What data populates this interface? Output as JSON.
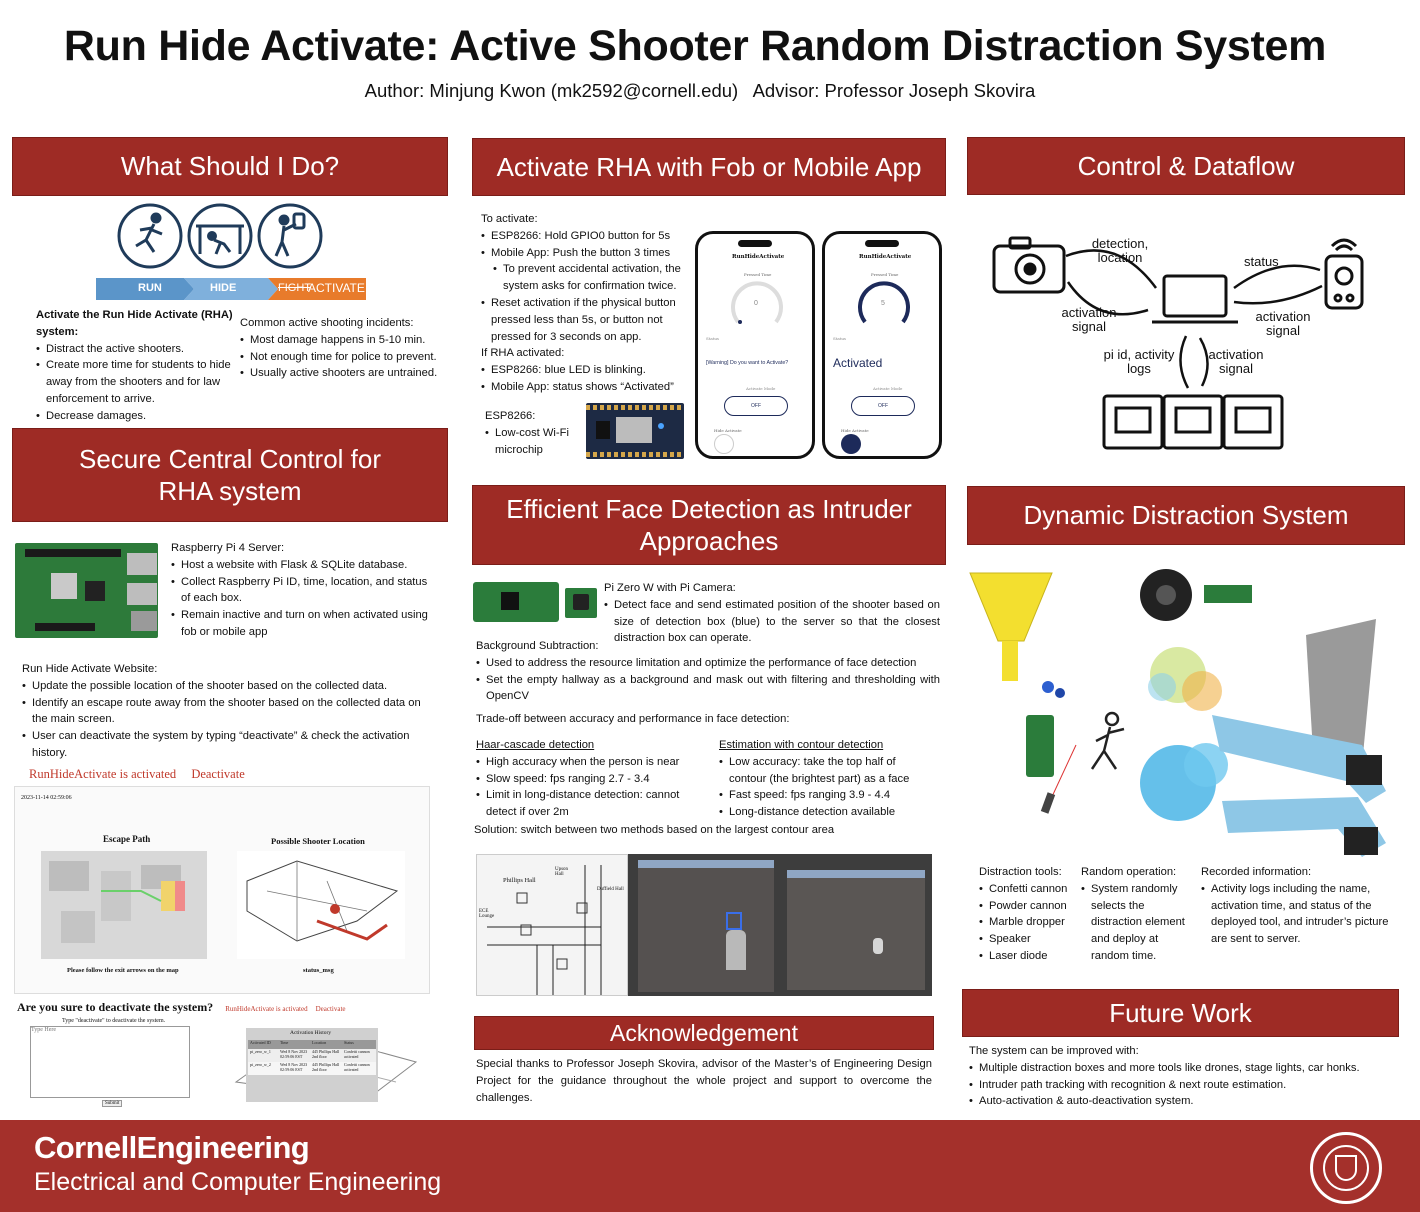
{
  "title": "Run Hide Activate: Active Shooter Random Distraction System",
  "authors": "Author: Minjung Kwon (mk2592@cornell.edu)   Advisor: Professor Joseph Skovira",
  "what": {
    "header": "What Should I Do?",
    "banner": {
      "run": "RUN",
      "hide": "HIDE",
      "fight": "FIGHT",
      "activate": "ACTIVATE"
    },
    "left_title": "Activate the Run Hide Activate (RHA) system:",
    "left_items": [
      "Distract the active shooters.",
      "Create more time for students to hide away from the shooters and for law enforcement to arrive.",
      "Decrease damages."
    ],
    "right_title": "Common active shooting incidents:",
    "right_items": [
      "Most damage happens in 5-10 min.",
      "Not enough time for police to prevent.",
      "Usually active shooters are untrained."
    ]
  },
  "secure": {
    "header": "Secure Central Control for RHA system",
    "server_title": "Raspberry Pi 4 Server:",
    "server_items": [
      "Host a website with Flask & SQLite database.",
      "Collect Raspberry Pi ID, time, location, and status of each box.",
      "Remain inactive and turn on when activated using fob or mobile app"
    ],
    "website_title": "Run Hide Activate Website:",
    "website_items": [
      "Update the possible location of the shooter based on the collected data.",
      "Identify an escape route away from the shooter based on the collected data on the main screen.",
      "User can deactivate the system by typing “deactivate” & check the activation history."
    ],
    "web_status": "RunHideActivate is activated",
    "web_deactivate": "Deactivate",
    "web_timestamp": "2023-11-14 02:59:06",
    "escape_path": "Escape Path",
    "shooter_location": "Possible Shooter Location",
    "exit_note": "Please follow the exit arrows on the map",
    "status_msg": "status_msg",
    "confirm_question": "Are you sure to deactivate the system?",
    "confirm_status": "RunHideActivate is activated",
    "confirm_deactivate": "Deactivate",
    "type_hint": "Type \"deactivate\" to deactivate the system.",
    "type_placeholder": "Type Here",
    "submit": "Submit",
    "history_title": "Activation History",
    "history_cols": [
      "Activated ID",
      "Time",
      "Location",
      "Status"
    ],
    "history_rows": [
      [
        "pi_zero_w_1",
        "Wed 8 Nov 2023 02:59:06 EST",
        "445 Phillips Hall 2nd floor",
        "Confetti cannon activated"
      ],
      [
        "pi_zero_w_2",
        "Wed 8 Nov 2023 02:59:06 EST",
        "445 Phillips Hall 2nd floor",
        "Confetti cannon activated"
      ]
    ]
  },
  "activate": {
    "header": "Activate RHA with Fob or Mobile App",
    "lines": [
      {
        "kind": "plain",
        "text": "To activate:"
      },
      {
        "kind": "bullet",
        "text": "ESP8266: Hold GPIO0 button for 5s"
      },
      {
        "kind": "bullet",
        "text": "Mobile App: Push the button 3 times"
      },
      {
        "kind": "sub",
        "text": "To prevent accidental activation, the system asks for confirmation twice."
      },
      {
        "kind": "bullet",
        "text": "Reset activation if the physical button pressed less than 5s, or button not pressed for 3 seconds on app."
      },
      {
        "kind": "plain",
        "text": "If RHA activated:"
      },
      {
        "kind": "bullet",
        "text": "ESP8266: blue LED is blinking."
      },
      {
        "kind": "bullet",
        "text": "Mobile App: status shows “Activated”"
      }
    ],
    "esp_title": "ESP8266:",
    "esp_items": [
      "Low-cost Wi-Fi microchip"
    ],
    "phone_title": "RunHideActivate",
    "pressed_time": "Pressed Time",
    "status_label": "Status",
    "activate_mode": "Activate Mode",
    "hide_activate": "Hide Activate",
    "phone1_count": "0",
    "phone1_status": "[Warning] Do you want to Activate?",
    "phone1_toggle": "OFF",
    "phone2_count": "5",
    "phone2_status": "Activated",
    "phone2_toggle": "OFF"
  },
  "face": {
    "header": "Efficient Face Detection as Intruder Approaches",
    "pi_title": "Pi Zero W with Pi Camera:",
    "pi_items": [
      "Detect face and send estimated position of the shooter based on size of detection box (blue) to the server so that the closest distraction box can operate."
    ],
    "bg_title": "Background Subtraction:",
    "bg_items": [
      "Used to address the resource limitation and optimize the performance of face detection",
      "Set the empty hallway as a background and mask out with filtering and thresholding with OpenCV"
    ],
    "tradeoff": "Trade-off between accuracy and performance in face detection:",
    "haar_title": "Haar-cascade detection",
    "haar_items": [
      "High accuracy when the person is near",
      "Slow speed: fps ranging 2.7 - 3.4",
      "Limit in long-distance detection: cannot detect if over 2m"
    ],
    "contour_title": "Estimation with contour detection",
    "contour_items": [
      "Low accuracy: take the top half of contour (the brightest part) as a face",
      "Fast speed: fps ranging 3.9 - 4.4",
      "Long-distance detection available"
    ],
    "solution": "Solution: switch between two methods based on the largest contour area",
    "map_labels": [
      "Phillips Hall",
      "Upson Hall",
      "Duffield Hall",
      "ECE Lounge"
    ]
  },
  "ack": {
    "header": "Acknowledgement",
    "text": "Special thanks to Professor Joseph Skovira, advisor of the Master’s of Engineering Design Project for the guidance throughout the whole project and support to overcome the challenges."
  },
  "control": {
    "header": "Control & Dataflow",
    "detection": "detection, location",
    "status": "status",
    "activation_signal_left": "activation signal",
    "activation_signal_right": "activation signal",
    "pi_logs": "pi id, activity logs",
    "activation_signal_bottom": "activation signal"
  },
  "dynamic": {
    "header": "Dynamic Distraction System",
    "tools_title": "Distraction tools:",
    "tools": [
      "Confetti cannon",
      "Powder cannon",
      "Marble dropper",
      "Speaker",
      "Laser diode"
    ],
    "random_title": "Random operation:",
    "random_items": [
      "System randomly selects the distraction element and deploy at random time."
    ],
    "recorded_title": "Recorded information:",
    "recorded_items": [
      "Activity logs including the name, activation time, and  status of the deployed tool, and intruder’s picture are sent to server."
    ]
  },
  "future": {
    "header": "Future Work",
    "intro": "The system can be improved with:",
    "items": [
      "Multiple distraction boxes and more tools like drones, stage lights, car honks.",
      "Intruder path tracking with recognition & next route estimation.",
      "Auto-activation & auto-deactivation system."
    ]
  },
  "footer": {
    "brand": "CornellEngineering",
    "dept": "Electrical and Computer Engineering"
  },
  "colors": {
    "accent": "#9e2b25",
    "footer": "#a4302b",
    "navy": "#1f3b5a",
    "banner_blue": "#5b95c9",
    "banner_orange": "#e87b2b"
  }
}
